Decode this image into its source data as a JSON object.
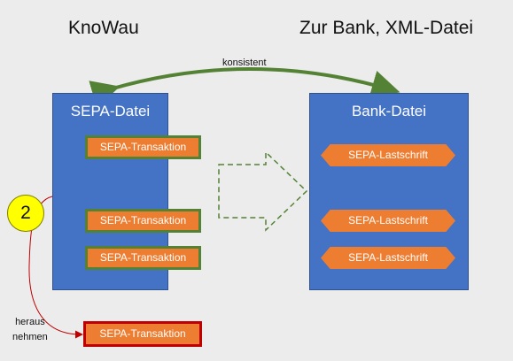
{
  "headings": {
    "left": "KnoWau",
    "right": "Zur Bank, XML-Datei"
  },
  "connector_label": "konsistent",
  "left_panel": {
    "title": "SEPA-Datei",
    "transactions": [
      "SEPA-Transaktion",
      "SEPA-Transaktion",
      "SEPA-Transaktion"
    ]
  },
  "right_panel": {
    "title": "Bank-Datei",
    "direct_debits": [
      "SEPA-Lastschrift",
      "SEPA-Lastschrift",
      "SEPA-Lastschrift"
    ]
  },
  "step": {
    "number": "2",
    "label_line1": "heraus",
    "label_line2": "nehmen"
  },
  "removed_transaction": "SEPA-Transaktion",
  "colors": {
    "panel": "#4472c4",
    "item": "#ed7d31",
    "keep_border": "#548235",
    "removed_border": "#c00000",
    "badge": "#ffff00",
    "connector": "#548235",
    "remove_line": "#c00000"
  }
}
